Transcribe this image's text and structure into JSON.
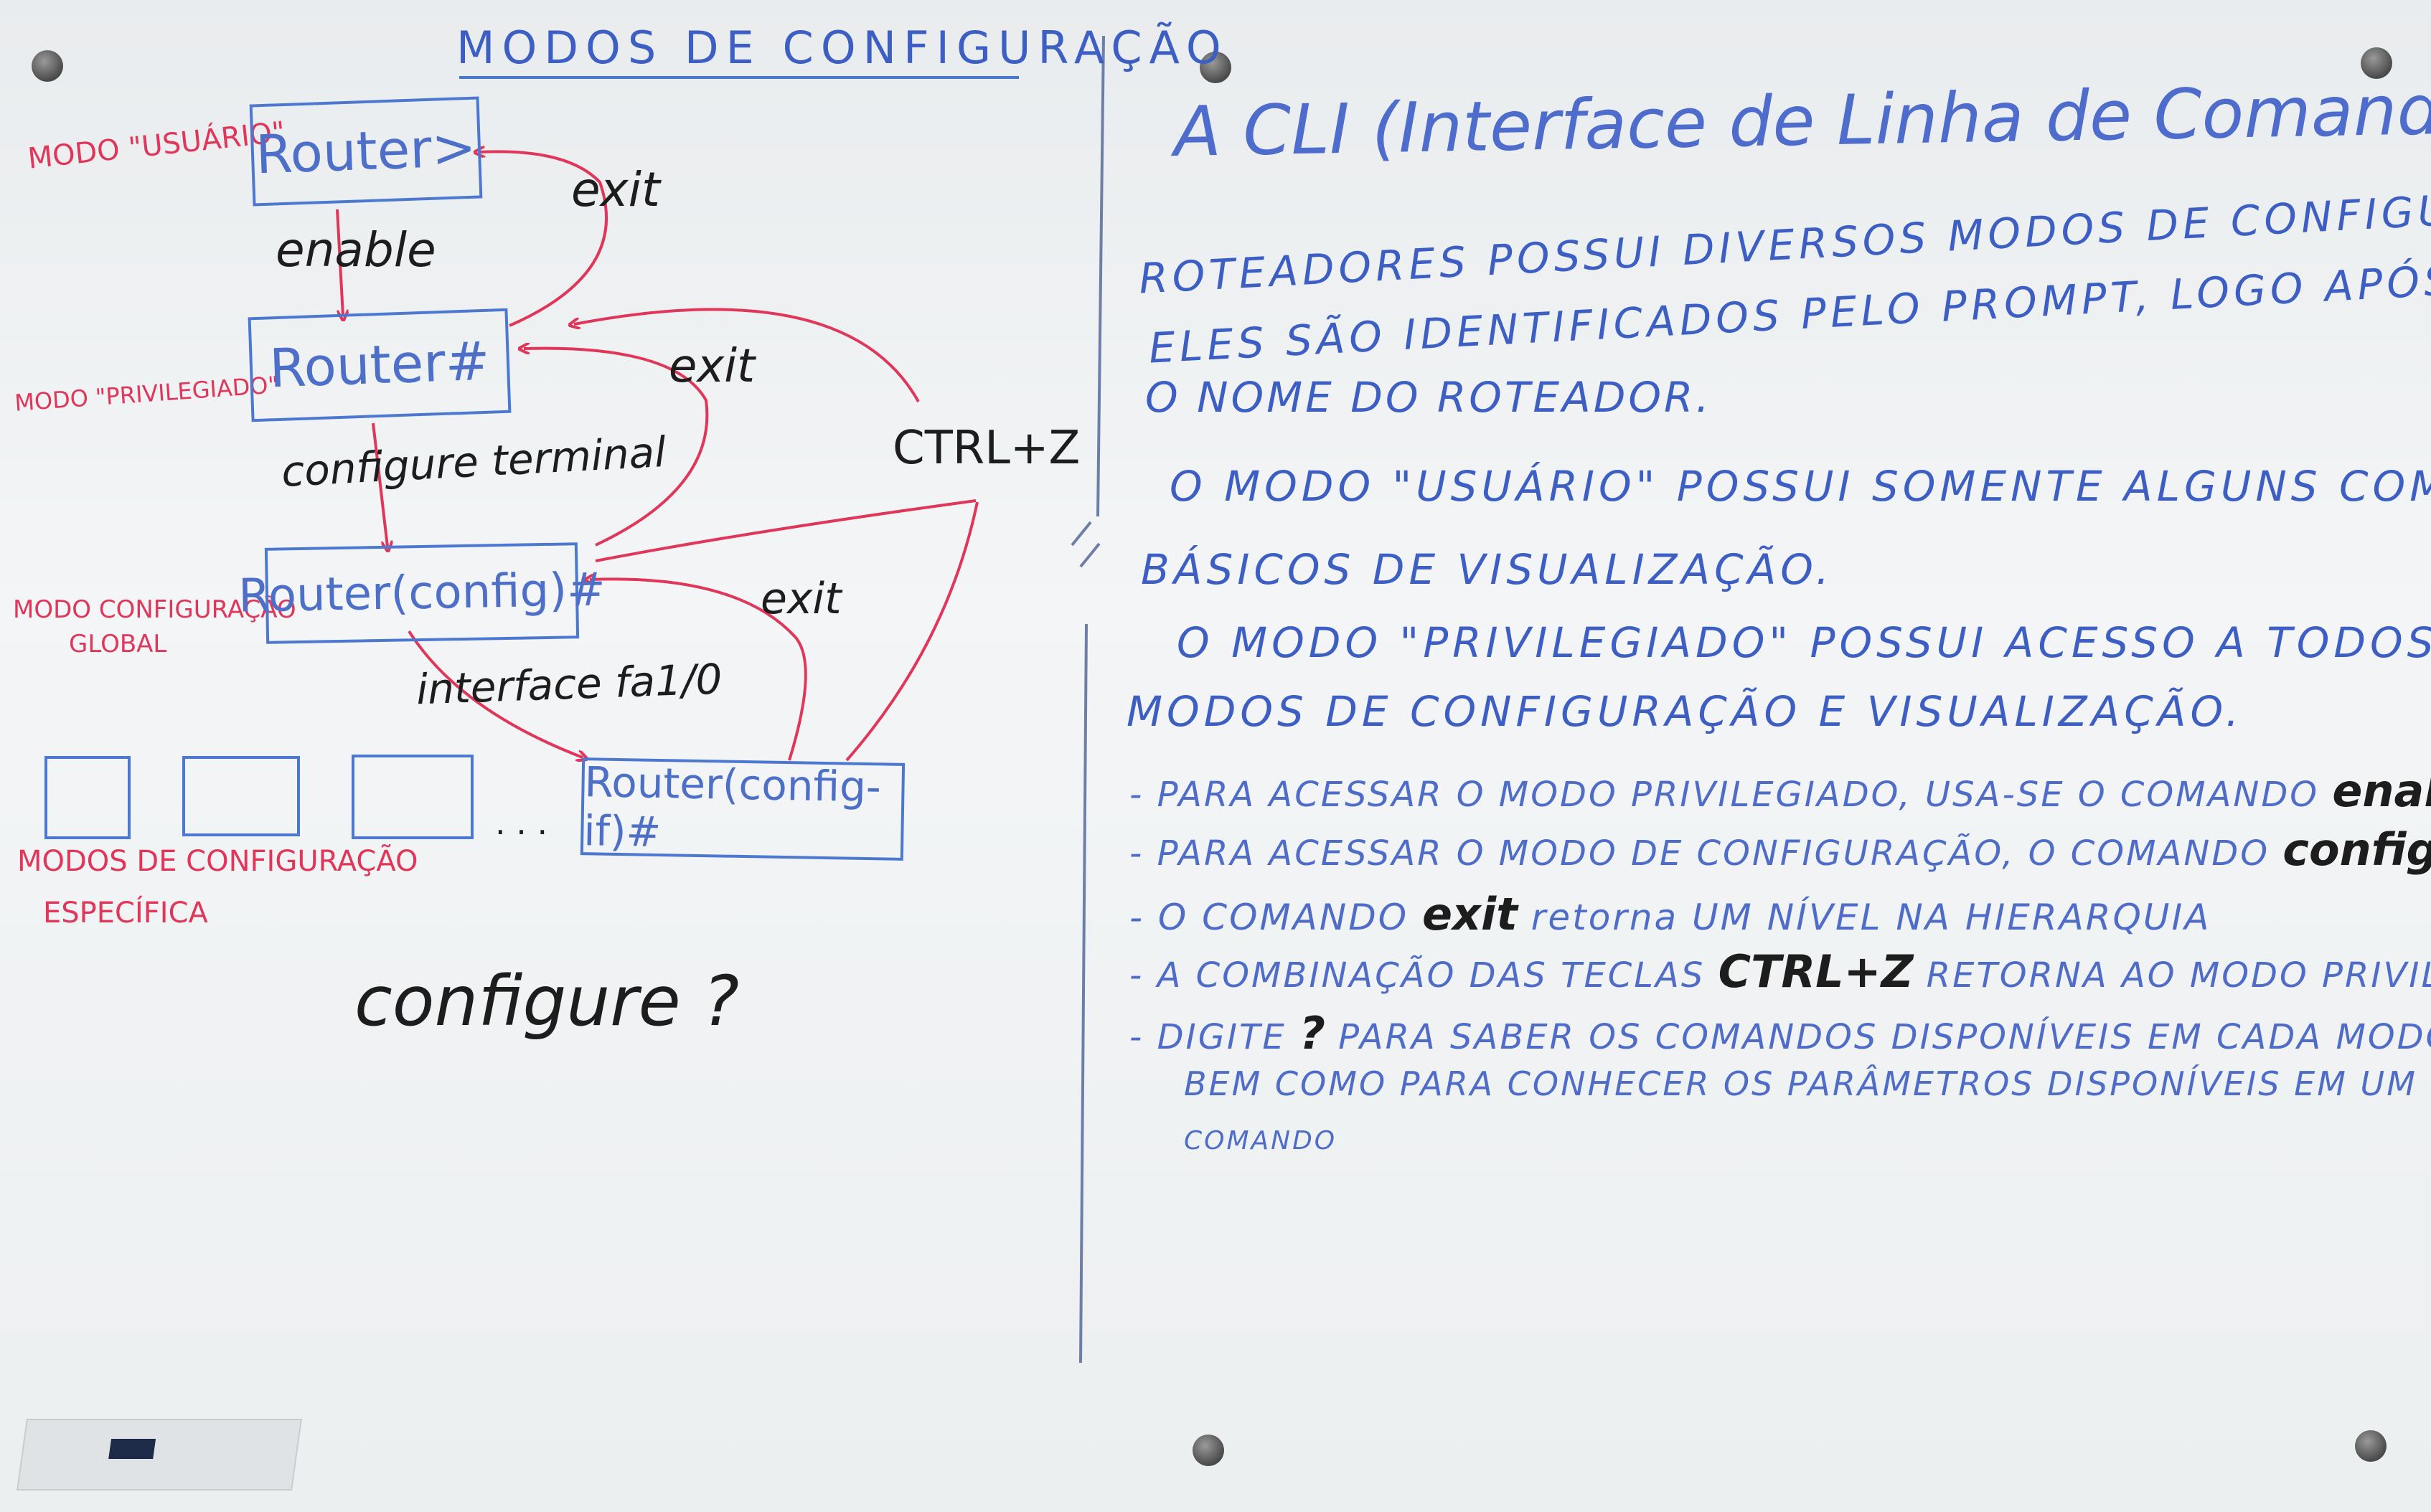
{
  "left": {
    "title": "MODOS DE CONFIGURAÇÃO",
    "mode_labels": {
      "user": "MODO \"USUÁRIO\"",
      "privileged": "MODO \"PRIVILEGIADO\"",
      "global_line1": "MODO CONFIGURAÇÃO",
      "global_line2": "GLOBAL",
      "specific_line1": "MODOS DE CONFIGURAÇÃO",
      "specific_line2": "ESPECÍFICA"
    },
    "prompts": {
      "user": "Router>",
      "privileged": "Router#",
      "global": "Router(config)#",
      "interface": "Router(config-if)#"
    },
    "commands": {
      "enable": "enable",
      "configure_terminal": "configure terminal",
      "interface": "interface fa1/0",
      "exit1": "exit",
      "exit2": "exit",
      "exit3": "exit",
      "ctrl_z": "CTRL+Z",
      "ellipsis": ". . ."
    },
    "help_example": "configure ?"
  },
  "right": {
    "heading": "A CLI (Interface de Linha de Comando) dos",
    "para1": [
      "ROTEADORES POSSUI DIVERSOS MODOS DE CONFIGURAÇÃO.",
      "ELES SÃO IDENTIFICADOS PELO PROMPT, LOGO APÓS",
      "O NOME DO ROTEADOR."
    ],
    "para2": [
      "O MODO \"USUÁRIO\" POSSUI SOMENTE ALGUNS COMANDOS",
      "BÁSICOS DE VISUALIZAÇÃO."
    ],
    "para3": [
      "O MODO \"PRIVILEGIADO\" POSSUI ACESSO A TODOS OS",
      "MODOS DE CONFIGURAÇÃO E VISUALIZAÇÃO."
    ],
    "bullets": [
      {
        "pre": "- PARA ACESSAR O MODO PRIVILEGIADO, USA-SE O COMANDO ",
        "cmd": "enable",
        "post": ""
      },
      {
        "pre": "- PARA ACESSAR O MODO DE CONFIGURAÇÃO, O COMANDO ",
        "cmd": "configure terminal",
        "post": ""
      },
      {
        "pre": "- O COMANDO ",
        "cmd": "exit",
        "post": " retorna UM NÍVEL NA HIERARQUIA"
      },
      {
        "pre": "- A COMBINAÇÃO DAS TECLAS ",
        "cmd": "CTRL+Z",
        "post": " RETORNA AO MODO PRIVILEGIADO"
      },
      {
        "pre": "- DIGITE ",
        "cmd": "?",
        "post": " PARA SABER OS COMANDOS DISPONÍVEIS EM CADA MODO"
      }
    ],
    "bullet5_cont": [
      "BEM COMO PARA CONHECER OS PARÂMETROS DISPONÍVEIS EM UM",
      "COMANDO"
    ]
  }
}
